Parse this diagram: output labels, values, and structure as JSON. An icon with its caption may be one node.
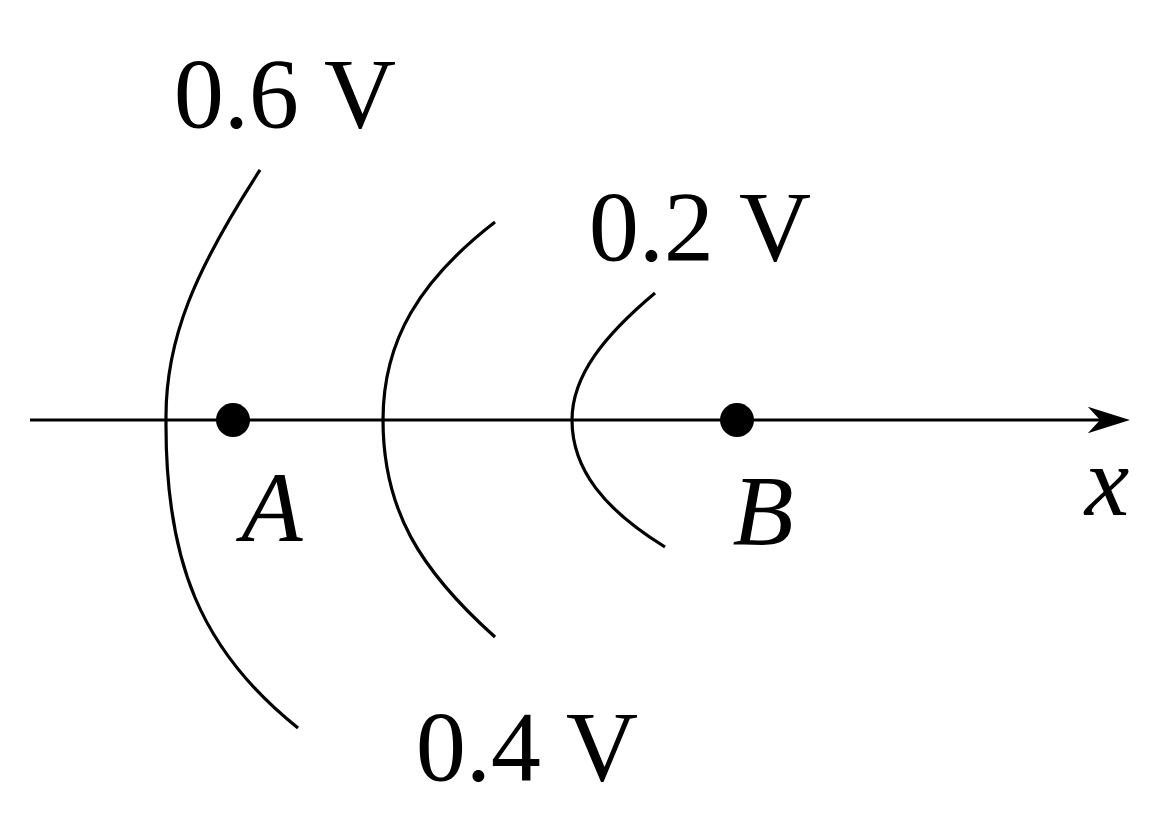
{
  "diagram": {
    "labels": [
      "0.6 V",
      "0.2 V",
      "A",
      "B",
      "x",
      "0.4 V"
    ]
  }
}
